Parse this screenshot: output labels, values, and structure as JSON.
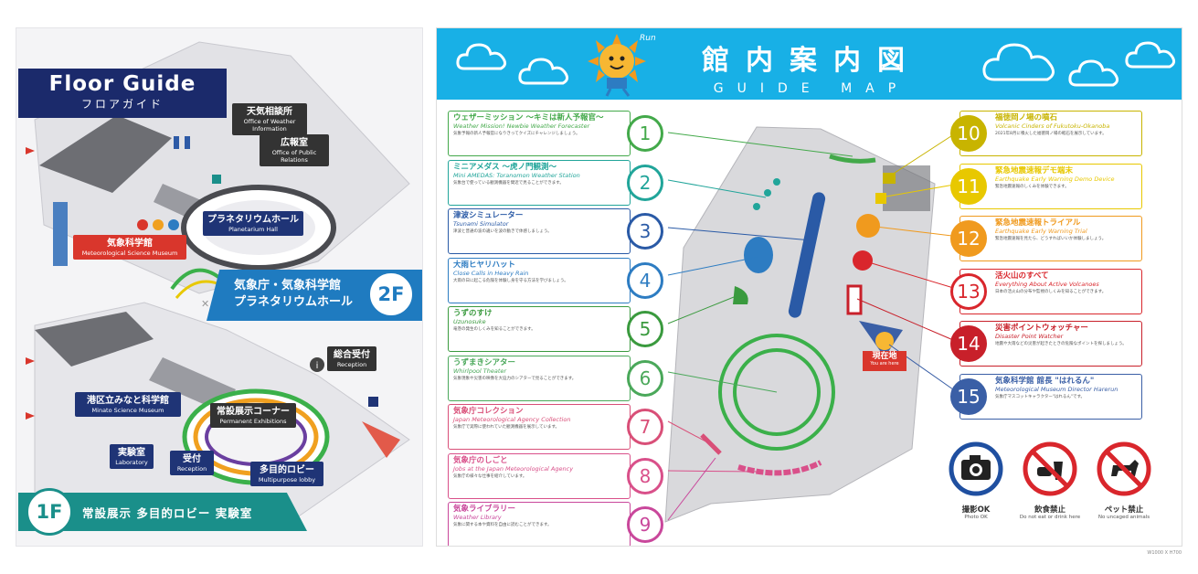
{
  "floor_guide": {
    "title_en": "Floor Guide",
    "title_jp": "フロアガイド",
    "floor_2f": {
      "badge": "2F",
      "line1": "気象庁・気象科学館",
      "line2": "プラネタリウムホール"
    },
    "floor_1f": {
      "badge": "1F",
      "label": "常設展示  多目的ロビー  実験室"
    },
    "rooms": {
      "office_weather_info": {
        "jp": "天気相談所",
        "en": "Office of Weather Information"
      },
      "public_relations": {
        "jp": "広報室",
        "en": "Office of Public Relations"
      },
      "planetarium": {
        "jp": "プラネタリウムホール",
        "en": "Planetarium Hall"
      },
      "science_museum": {
        "jp": "気象科学館",
        "en": "Meteorological Science Museum"
      },
      "reception_main": {
        "jp": "総合受付",
        "en": "Reception"
      },
      "minato_museum": {
        "jp": "港区立みなと科学館",
        "en": "Minato Science Museum"
      },
      "permanent_exhibitions": {
        "jp": "常設展示コーナー",
        "en": "Permanent Exhibitions"
      },
      "laboratory": {
        "jp": "実験室",
        "en": "Laboratory"
      },
      "reception": {
        "jp": "受付",
        "en": "Reception"
      },
      "multipurpose_lobby": {
        "jp": "多目的ロビー",
        "en": "Multipurpose lobby"
      }
    },
    "info_glyph": "i"
  },
  "guide_map": {
    "title_jp": "館内案内図",
    "title_en": "GUIDE MAP",
    "sun_text": "Run",
    "you_are_here_jp": "現在地",
    "you_are_here_en": "You are here",
    "items_left": [
      {
        "n": "1",
        "title": "ウェザーミッション 〜キミは新人予報官〜",
        "sub": "Weather Mission! Newbie Weather Forecaster",
        "desc": "気象予報の新人予報官になりきってクイズにチャレンジしましょう。",
        "color": "#43a94a"
      },
      {
        "n": "2",
        "title": "ミニアメダス 〜虎ノ門観測〜",
        "sub": "Mini AMEDAS: Toranomon Weather Station",
        "desc": "気象台で使っている観測機器を間近で見ることができます。",
        "color": "#21a59a"
      },
      {
        "n": "3",
        "title": "津波シミュレーター",
        "sub": "Tsunami Simulator",
        "desc": "津波と普通の波の違いを波の動きで体感しましょう。",
        "color": "#2a5aa6"
      },
      {
        "n": "4",
        "title": "大雨ヒヤリハット",
        "sub": "Close Calls in Heavy Rain",
        "desc": "大雨の日に起こる危険を体験し身を守る方法を学びましょう。",
        "color": "#2d7cc2"
      },
      {
        "n": "5",
        "title": "うずのすけ",
        "sub": "Uzunosuke",
        "desc": "竜巻の発生のしくみを知ることができます。",
        "color": "#3a9a3e"
      },
      {
        "n": "6",
        "title": "うずまきシアター",
        "sub": "Whirlpool Theater",
        "desc": "気象現象や災害の映像を大迫力のシアターで見ることができます。",
        "color": "#4aa85a"
      },
      {
        "n": "7",
        "title": "気象庁コレクション",
        "sub": "Japan Meteorological Agency Collection",
        "desc": "気象庁で実際に使われていた観測機器を展示しています。",
        "color": "#d94f78"
      },
      {
        "n": "8",
        "title": "気象庁のしごと",
        "sub": "Jobs at the Japan Meteorological Agency",
        "desc": "気象庁の様々な仕事を紹介しています。",
        "color": "#d9508a"
      },
      {
        "n": "9",
        "title": "気象ライブラリー",
        "sub": "Weather Library",
        "desc": "気象に関する本や資料を自由に読むことができます。",
        "color": "#c9479b"
      }
    ],
    "items_right": [
      {
        "n": "10",
        "title": "福徳岡ノ場の噴石",
        "sub": "Volcanic Cinders of Fukutoku-Okanoba",
        "desc": "2021年8月に噴火した福徳岡ノ場の軽石を展示しています。",
        "color": "#c8b400"
      },
      {
        "n": "11",
        "title": "緊急地震速報デモ端末",
        "sub": "Earthquake Early Warning Demo Device",
        "desc": "緊急地震速報のしくみを体験できます。",
        "color": "#e8c800"
      },
      {
        "n": "12",
        "title": "緊急地震速報トライアル",
        "sub": "Earthquake Early Warning Trial",
        "desc": "緊急地震速報を見たら、どうすればいいか体験しましょう。",
        "color": "#f09a1e"
      },
      {
        "n": "13",
        "title": "活火山のすべて",
        "sub": "Everything About Active Volcanoes",
        "desc": "日本の活火山の分布や監視のしくみを知ることができます。",
        "color": "#d9262c"
      },
      {
        "n": "14",
        "title": "災害ポイントウォッチャー",
        "sub": "Disaster Point Watcher",
        "desc": "地震や大雨などの災害が起きたときの危険なポイントを探しましょう。",
        "color": "#c8202a"
      },
      {
        "n": "15",
        "title": "気象科学館 館長 \"はれるん\"",
        "sub": "Meteorological Museum Director Harerun",
        "desc": "気象庁マスコットキャラクター\"はれるん\"です。",
        "color": "#3a5fa6"
      }
    ],
    "pictograms": [
      {
        "name": "photo-ok",
        "cap": "撮影OK",
        "capen": "Photo OK"
      },
      {
        "name": "no-food",
        "cap": "飲食禁止",
        "capen": "Do not eat or drink here"
      },
      {
        "name": "no-pets",
        "cap": "ペット禁止",
        "capen": "No uncaged animals"
      }
    ],
    "size_note": "W1000 X H700"
  }
}
